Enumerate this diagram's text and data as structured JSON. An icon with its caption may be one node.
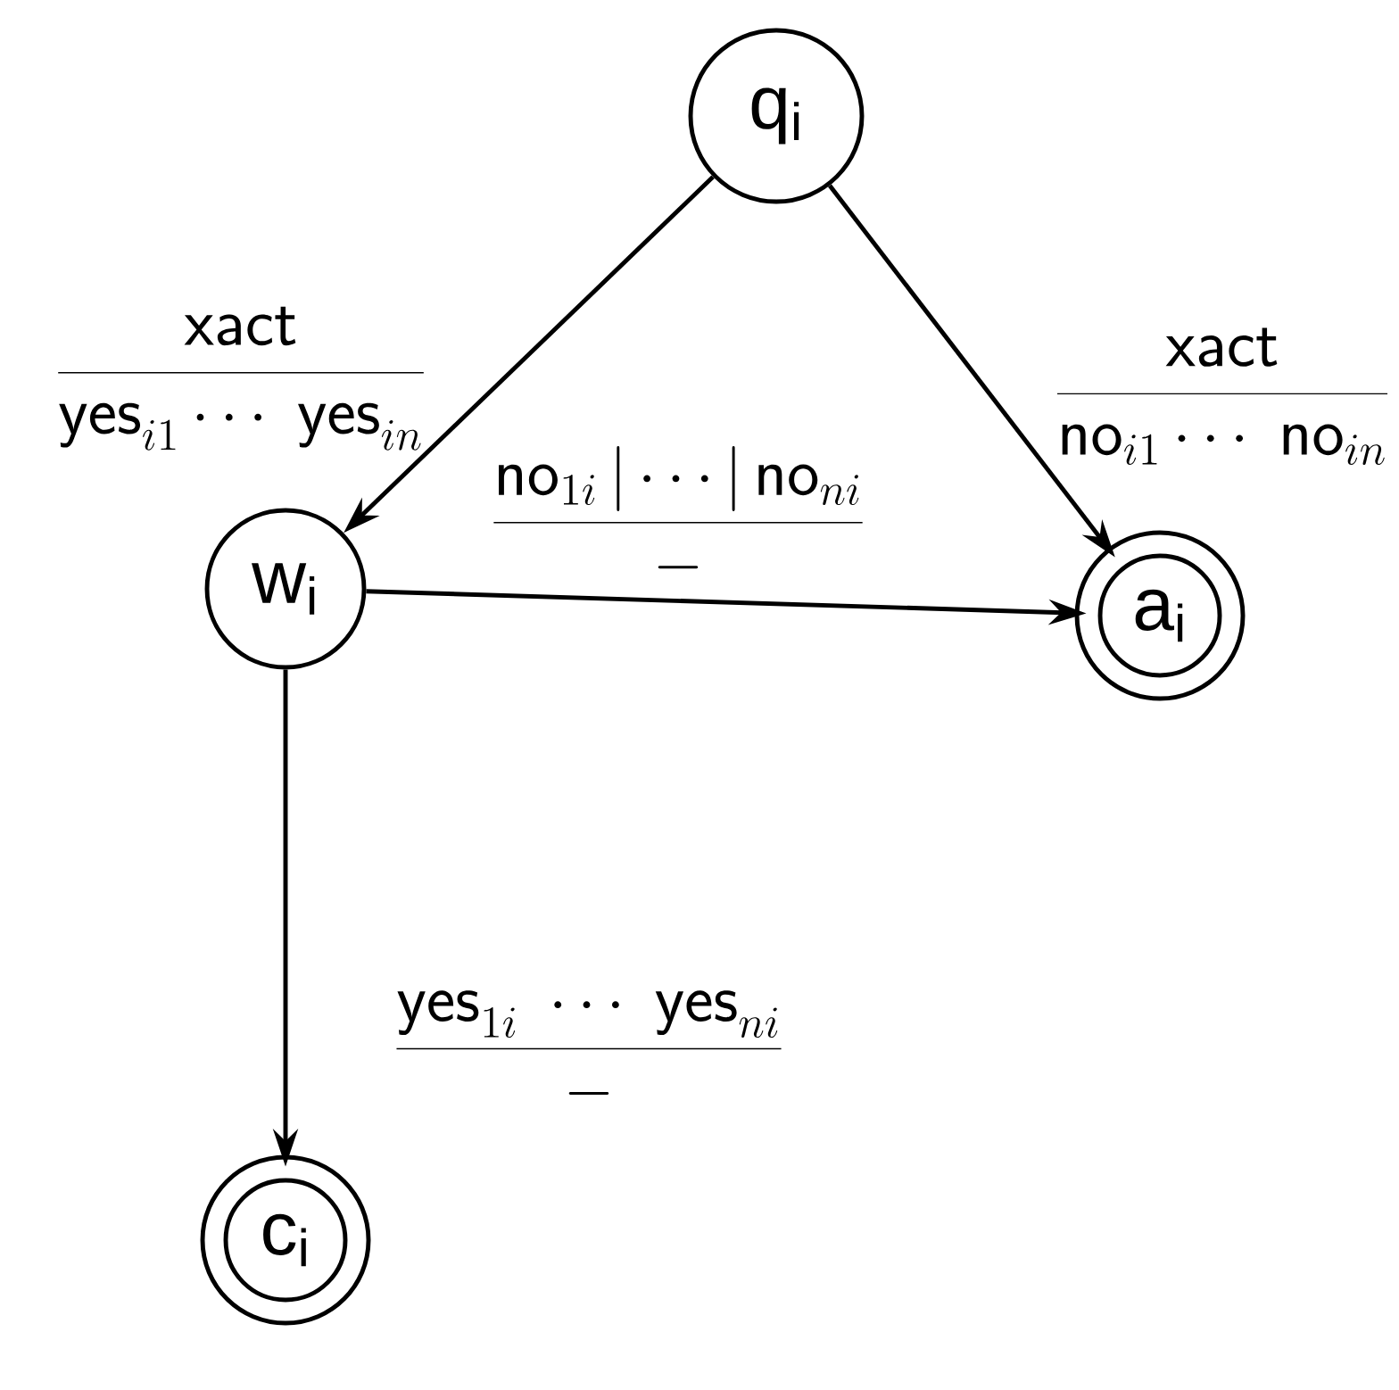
{
  "diagram": {
    "nodes": [
      {
        "text": [
          "q$_{i}$"
        ]
      },
      {
        "text": [
          "w$_{i}$"
        ]
      },
      {
        "text": [
          "a$_{i}$"
        ]
      },
      {
        "text": [
          "c$_{i}$"
        ]
      }
    ],
    "edges": [
      {
        "from": 0,
        "to": 1,
        "arrow": "to",
        "label": "\\frac{\\mathsf{xact}}{\\mathsf{yes}_{i1}\\cdots\\ \\mathsf{yes}_{in}}"
      },
      {
        "from": 0,
        "to": 2,
        "arrow": "to",
        "label": "\\frac{\\mathsf{xact}}{\\mathsf{no}_{i1}\\cdots\\ \\mathsf{no}_{in}}"
      },
      {
        "from": 1,
        "to": 2,
        "arrow": "to",
        "label": "\\frac{\\mathsf{no}_{1i}\\,|\\cdots|\\,\\mathsf{no}_{ni}}{-}"
      },
      {
        "from": 1,
        "to": 3,
        "arrow": "to",
        "label": "\\frac{\\mathsf{yes}_{1i}\\ \\cdots\\ \\mathsf{yes}_{ni}}{-}"
      }
    ]
  }
}
